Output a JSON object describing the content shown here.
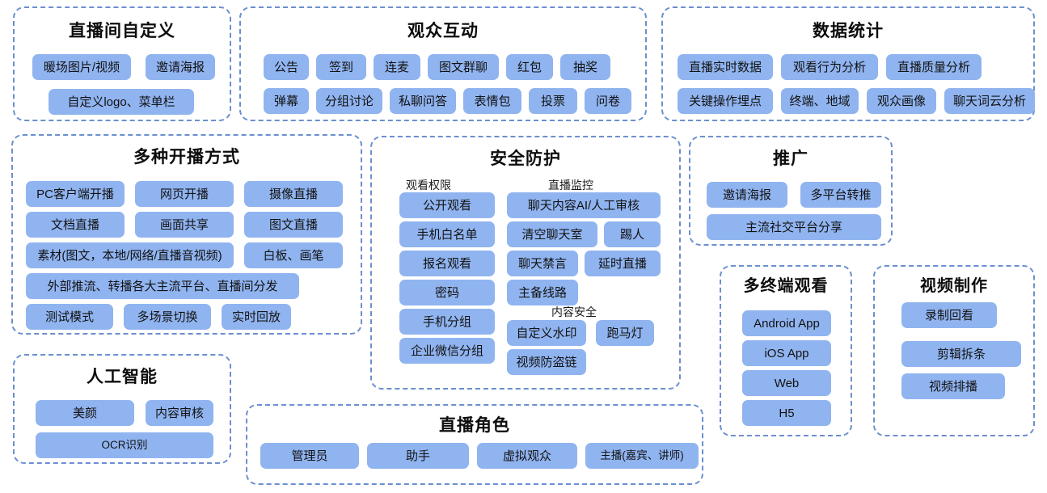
{
  "meta": {
    "chip_color": "#90b4f0",
    "panel_border_color": "#6b8fd0",
    "background": "#ffffff",
    "text_color": "#121212"
  },
  "panels": {
    "room_custom": {
      "title": "直播间自定义",
      "rows": [
        [
          "暖场图片/视频",
          "邀请海报"
        ],
        [
          "自定义logo、菜单栏"
        ]
      ]
    },
    "audience_interaction": {
      "title": "观众互动",
      "rows": [
        [
          "公告",
          "签到",
          "连麦",
          "图文群聊",
          "红包",
          "抽奖"
        ],
        [
          "弹幕",
          "分组讨论",
          "私聊问答",
          "表情包",
          "投票",
          "问卷"
        ]
      ]
    },
    "data_statistics": {
      "title": "数据统计",
      "rows": [
        [
          "直播实时数据",
          "观看行为分析",
          "直播质量分析"
        ],
        [
          "关键操作埋点",
          "终端、地域",
          "观众画像",
          "聊天词云分析"
        ]
      ]
    },
    "broadcast_modes": {
      "title": "多种开播方式",
      "rows": [
        [
          "PC客户端开播",
          "网页开播",
          "摄像直播"
        ],
        [
          "文档直播",
          "画面共享",
          "图文直播"
        ],
        [
          "素材(图文，本地/网络/直播音视频)",
          "白板、画笔"
        ],
        [
          "外部推流、转播各大主流平台、直播间分发"
        ],
        [
          "测试模式",
          "多场景切换",
          "实时回放"
        ]
      ]
    },
    "security": {
      "title": "安全防护",
      "groups": [
        {
          "label": "观看权限",
          "rows": [
            [
              "公开观看"
            ],
            [
              "手机白名单"
            ],
            [
              "报名观看"
            ],
            [
              "密码"
            ],
            [
              "手机分组"
            ],
            [
              "企业微信分组"
            ]
          ]
        },
        {
          "label": "直播监控",
          "rows": [
            [
              "聊天内容AI/人工审核"
            ],
            [
              "清空聊天室",
              "踢人"
            ],
            [
              "聊天禁言",
              "延时直播"
            ],
            [
              "主备线路"
            ]
          ]
        },
        {
          "label": "内容安全",
          "rows": [
            [
              "自定义水印",
              "跑马灯"
            ],
            [
              "视频防盗链"
            ]
          ]
        }
      ]
    },
    "promotion": {
      "title": "推广",
      "rows": [
        [
          "邀请海报",
          "多平台转推"
        ],
        [
          "主流社交平台分享"
        ]
      ]
    },
    "multi_terminal": {
      "title": "多终端观看",
      "rows": [
        [
          "Android App"
        ],
        [
          "iOS App"
        ],
        [
          "Web"
        ],
        [
          "H5"
        ]
      ]
    },
    "video_production": {
      "title": "视频制作",
      "rows": [
        [
          "录制回看"
        ],
        [
          "剪辑拆条"
        ],
        [
          "视频排播"
        ]
      ]
    },
    "ai": {
      "title": "人工智能",
      "rows": [
        [
          "美颜",
          "内容审核"
        ],
        [
          "OCR识别"
        ]
      ]
    },
    "roles": {
      "title": "直播角色",
      "rows": [
        [
          "管理员",
          "助手",
          "虚拟观众",
          "主播(嘉宾、讲师)"
        ]
      ]
    }
  }
}
